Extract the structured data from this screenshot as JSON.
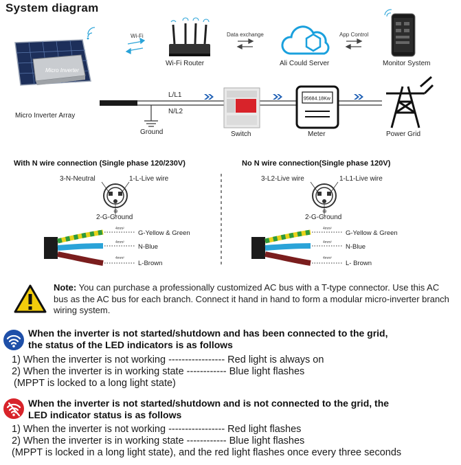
{
  "title": "System diagram",
  "top": {
    "wifi_label": "Wi-Fi",
    "router_label": "Wi-Fi Router",
    "data_exchange_label": "Data exchange",
    "server_label": "Ali Could Server",
    "app_control_label": "App Control",
    "monitor_label": "Monitor System",
    "panel_label": "Micro Inverter Array",
    "l1_label": "L/L1",
    "n_label": "N/L2",
    "ground_label": "Ground",
    "switch_label": "Switch",
    "meter_label": "Meter",
    "meter_reading": "95684.18Kw",
    "grid_label": "Power Grid",
    "inverter_brand": "Micro Inverter"
  },
  "with_n": {
    "title": "With N wire connection (Single phase 120/230V)",
    "pin3": "3-N-Neutral",
    "pin1": "1-L-Live wire",
    "pin2": "2-G-Ground",
    "wire_size": "4mm²",
    "wire_g": "G-Yellow & Green",
    "wire_n": "N-Blue",
    "wire_l": "L-Brown"
  },
  "no_n": {
    "title": "No N wire connection(Single phase 120V)",
    "pin3": "3-L2-Live wire",
    "pin1": "1-L1-Live wire",
    "pin2": "2-G-Ground",
    "wire_size": "4mm²",
    "wire_g": "G-Yellow & Green",
    "wire_n": "N-Blue",
    "wire_l": "L- Brown"
  },
  "note": {
    "label": "Note:",
    "text": " You can purchase a professionally customized AC bus with a T-type connector. Use this AC bus as the AC bus for each branch. Connect it hand in hand to form a modular micro-inverter branch wiring system."
  },
  "section1": {
    "heading_1": "When the inverter is not started/shutdown and has been connected to the grid,",
    "heading_2": "the status of the LED indicators is as follows",
    "line1": "1) When the inverter is not working ----------------- Red light is always on",
    "line2": "2) When the inverter is in working state ------------ Blue light flashes",
    "line3": "(MPPT is locked to a long light state)"
  },
  "section2": {
    "heading_1": "When the inverter is not started/shutdown and is not connected to the grid, the",
    "heading_2": "LED indicator status is as follows",
    "line1": "1) When the inverter is not working ----------------- Red light flashes",
    "line2": "2) When the inverter is in working state ------------ Blue light flashes",
    "line3": "(MPPT is locked in a long light state), and the red light flashes once every three seconds"
  },
  "colors": {
    "blue": "#1e5fb4",
    "red": "#d8232a",
    "yellow": "#e8d21a",
    "green": "#2e9a3c",
    "brown": "#7a1d1d",
    "wire_blue": "#2aa3d8"
  }
}
